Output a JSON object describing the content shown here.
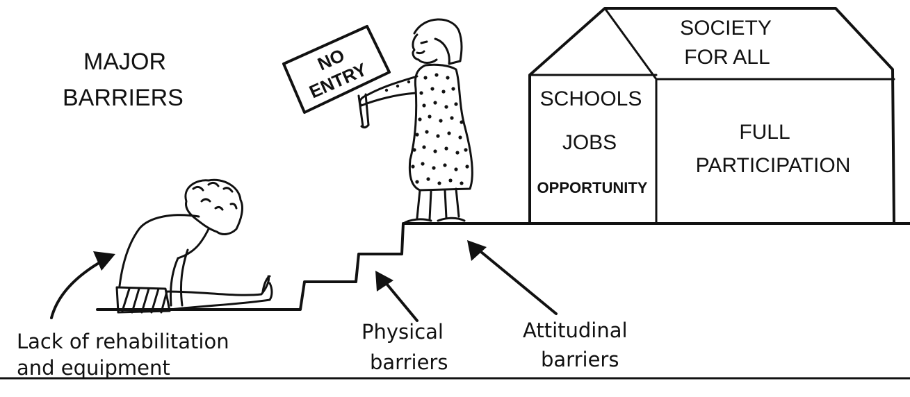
{
  "title": {
    "line1": "MAJOR",
    "line2": "BARRIERS"
  },
  "sign": {
    "line1": "NO",
    "line2": "ENTRY"
  },
  "house": {
    "roof_line1": "SOCIETY",
    "roof_line2": "FOR ALL",
    "left_items": [
      "SCHOOLS",
      "JOBS",
      "OPPORTUNITY"
    ],
    "right_line1": "FULL",
    "right_line2": "PARTICIPATION"
  },
  "captions": {
    "rehab_line1": "Lack of rehabilitation",
    "rehab_line2": "and equipment",
    "physical_line1": "Physical",
    "physical_line2": "barriers",
    "attitudinal_line1": "Attitudinal",
    "attitudinal_line2": "barriers"
  }
}
